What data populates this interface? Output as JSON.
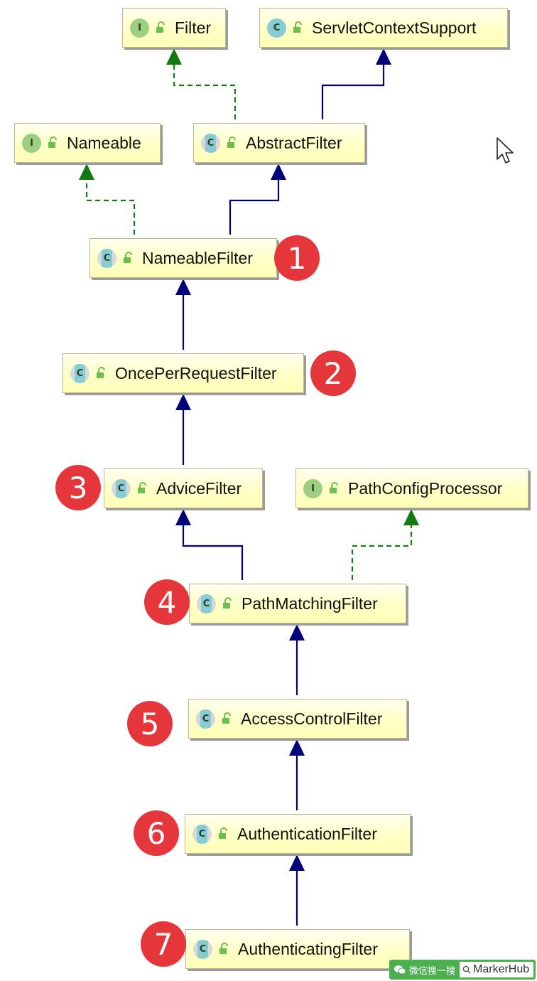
{
  "colors": {
    "extends_line": "#00007a",
    "implements_line": "#117a11",
    "badge": "#e5373b",
    "node_fill": "#ffffc6"
  },
  "nodes": [
    {
      "id": "filter",
      "kind": "interface",
      "kind_letter": "I",
      "label": "Filter"
    },
    {
      "id": "servlet-context-support",
      "kind": "class",
      "kind_letter": "C",
      "label": "ServletContextSupport"
    },
    {
      "id": "nameable",
      "kind": "interface",
      "kind_letter": "I",
      "label": "Nameable"
    },
    {
      "id": "abstract-filter",
      "kind": "abstract-class",
      "kind_letter": "C",
      "label": "AbstractFilter"
    },
    {
      "id": "nameable-filter",
      "kind": "abstract-class",
      "kind_letter": "C",
      "label": "NameableFilter"
    },
    {
      "id": "once-per-request-filter",
      "kind": "abstract-class",
      "kind_letter": "C",
      "label": "OncePerRequestFilter"
    },
    {
      "id": "advice-filter",
      "kind": "abstract-class",
      "kind_letter": "C",
      "label": "AdviceFilter"
    },
    {
      "id": "path-config-processor",
      "kind": "interface",
      "kind_letter": "I",
      "label": "PathConfigProcessor"
    },
    {
      "id": "path-matching-filter",
      "kind": "abstract-class",
      "kind_letter": "C",
      "label": "PathMatchingFilter"
    },
    {
      "id": "access-control-filter",
      "kind": "abstract-class",
      "kind_letter": "C",
      "label": "AccessControlFilter"
    },
    {
      "id": "authentication-filter",
      "kind": "abstract-class",
      "kind_letter": "C",
      "label": "AuthenticationFilter"
    },
    {
      "id": "authenticating-filter",
      "kind": "abstract-class",
      "kind_letter": "C",
      "label": "AuthenticatingFilter"
    }
  ],
  "edges": [
    {
      "from": "abstract-filter",
      "to": "filter",
      "type": "implements"
    },
    {
      "from": "abstract-filter",
      "to": "servlet-context-support",
      "type": "extends"
    },
    {
      "from": "nameable-filter",
      "to": "nameable",
      "type": "implements"
    },
    {
      "from": "nameable-filter",
      "to": "abstract-filter",
      "type": "extends"
    },
    {
      "from": "once-per-request-filter",
      "to": "nameable-filter",
      "type": "extends"
    },
    {
      "from": "advice-filter",
      "to": "once-per-request-filter",
      "type": "extends"
    },
    {
      "from": "path-matching-filter",
      "to": "advice-filter",
      "type": "extends"
    },
    {
      "from": "path-matching-filter",
      "to": "path-config-processor",
      "type": "implements"
    },
    {
      "from": "access-control-filter",
      "to": "path-matching-filter",
      "type": "extends"
    },
    {
      "from": "authentication-filter",
      "to": "access-control-filter",
      "type": "extends"
    },
    {
      "from": "authenticating-filter",
      "to": "authentication-filter",
      "type": "extends"
    }
  ],
  "badges": [
    "1",
    "2",
    "3",
    "4",
    "5",
    "6",
    "7"
  ],
  "watermark": {
    "prefix": "微信搜一搜",
    "brand": "MarkerHub"
  }
}
